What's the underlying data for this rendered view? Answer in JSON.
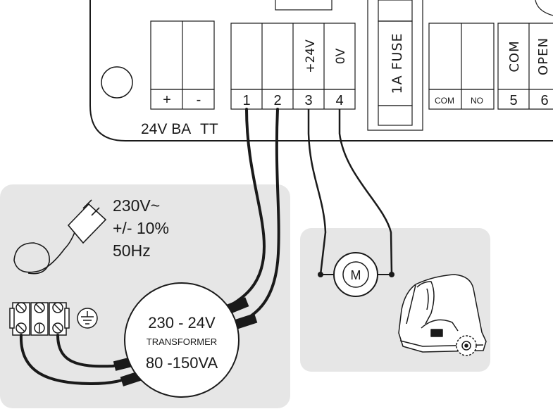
{
  "board": {
    "battery_terminals": [
      "+",
      "-"
    ],
    "battery_label": "24V BA",
    "tt_label": "TT",
    "power_terminals": [
      {
        "num": "1",
        "label": ""
      },
      {
        "num": "2",
        "label": ""
      },
      {
        "num": "3",
        "label": "+24V"
      },
      {
        "num": "4",
        "label": "0V"
      }
    ],
    "fuse_label": "1A FUSE",
    "relay_terminals": [
      "COM",
      "NO"
    ],
    "input_terminals": [
      {
        "num": "5",
        "label": "COM"
      },
      {
        "num": "6",
        "label": "OPEN"
      }
    ]
  },
  "mains": {
    "voltage": "230V~",
    "tolerance": "+/- 10%",
    "frequency": "50Hz"
  },
  "transformer": {
    "ratio": "230 - 24V",
    "name": "TRANSFORMER",
    "power": "80 -150VA"
  },
  "motor": {
    "symbol": "M"
  },
  "icons": [
    "mains-plug-icon",
    "terminal-block-icon",
    "ground-icon",
    "motor-symbol-icon",
    "gate-operator-icon"
  ],
  "colors": {
    "panel": "#e6e6e6",
    "line": "#1a1a1a",
    "background": "#ffffff"
  }
}
